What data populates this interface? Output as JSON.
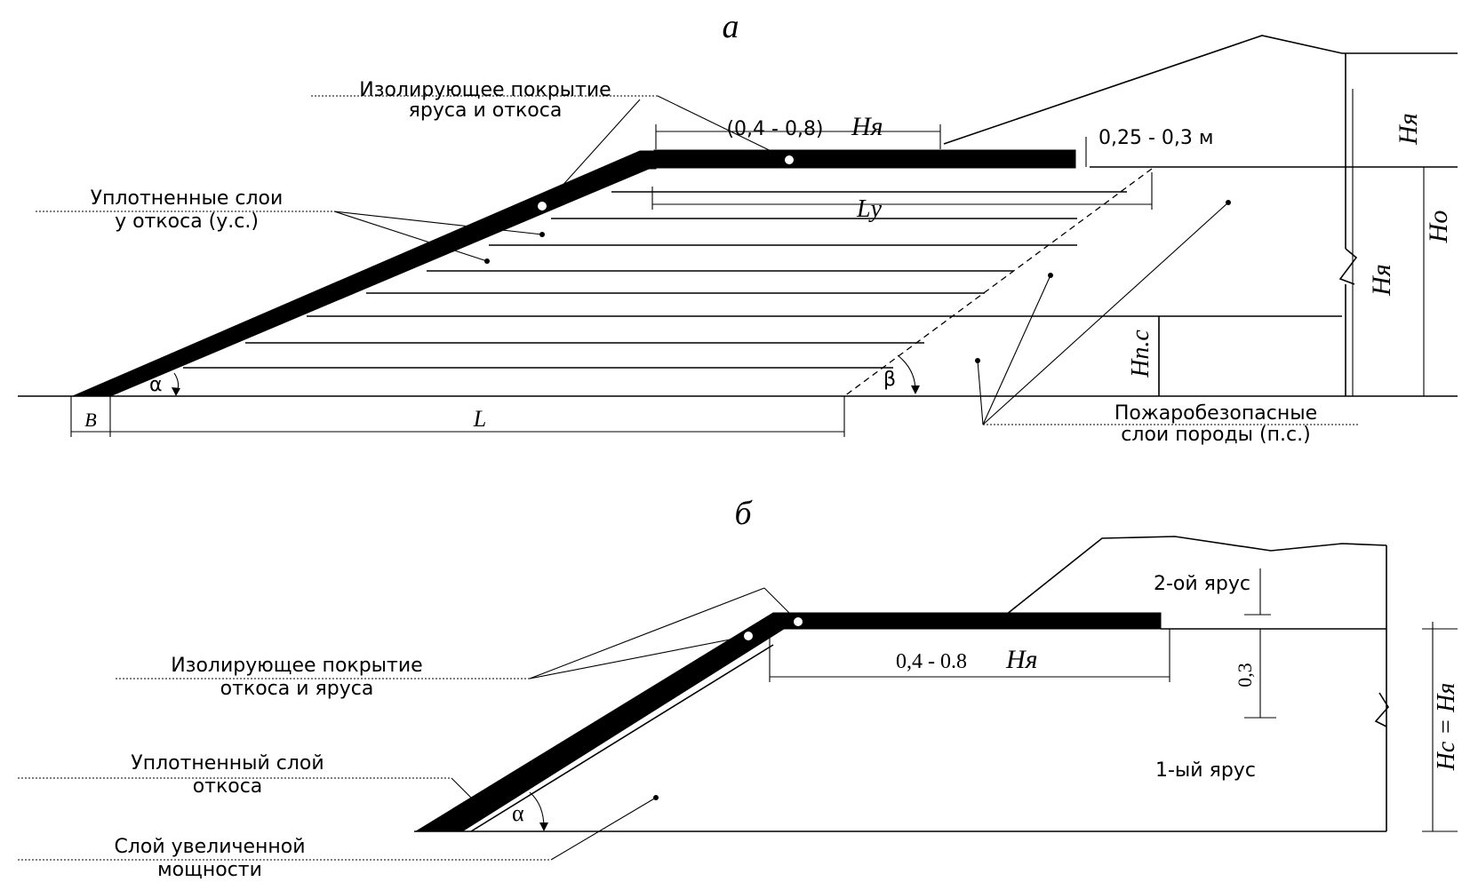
{
  "panel_a": {
    "label": "а",
    "isolating_cover": [
      "Изолирующее покрытие",
      "яруса и откоса"
    ],
    "berm_width": "(0,4 - 0,8)",
    "berm_symbol": "Hя",
    "offset": "0,25 - 0,3 м",
    "compacted_layers": [
      "Уплотненные слои",
      "у откоса (у.с.)"
    ],
    "ly": "Lу",
    "h_tier_top": "Hя",
    "h_tier_mid": "Hя",
    "h_total": "Hо",
    "h_fireproof": "Hп.с",
    "alpha": "α",
    "beta": "β",
    "b": "B",
    "l": "L",
    "fireproof_layers": [
      "Пожаробезопасные",
      "слои породы (п.с.)"
    ]
  },
  "panel_b": {
    "label": "б",
    "tier2": "2-ой ярус",
    "tier1": "1-ый ярус",
    "isolating_cover": [
      "Изолирующее покрытие",
      "откоса и яруса"
    ],
    "berm_width": "0,4 - 0.8",
    "berm_symbol": "Hя",
    "offset": "0,3",
    "compacted_layer": [
      "Уплотненный слой",
      "откоса"
    ],
    "thick_layer": [
      "Слой увеличенной",
      "мощности"
    ],
    "alpha": "α",
    "h_right": "Hс = Hя"
  }
}
